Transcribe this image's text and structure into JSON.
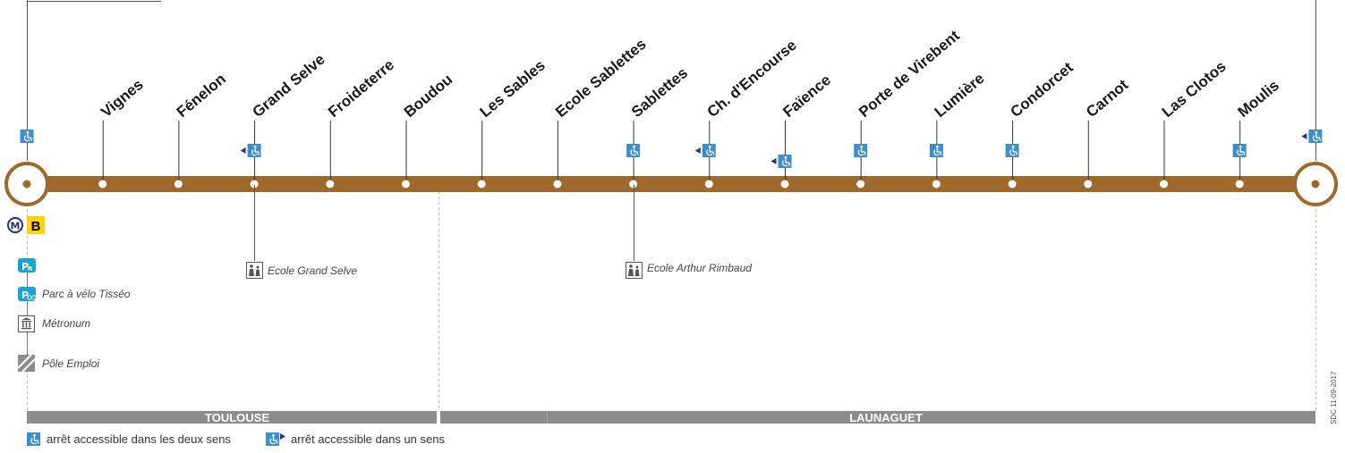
{
  "line": {
    "color": "#a0692c",
    "stops": [
      {
        "name": "",
        "accessibility": "both"
      },
      {
        "name": "Vignes",
        "accessibility": "none"
      },
      {
        "name": "Fénelon",
        "accessibility": "none"
      },
      {
        "name": "Grand Selve",
        "accessibility": "one-way"
      },
      {
        "name": "Froideterre",
        "accessibility": "none"
      },
      {
        "name": "Boudou",
        "accessibility": "none"
      },
      {
        "name": "Les Sables",
        "accessibility": "none"
      },
      {
        "name": "Ecole Sablettes",
        "accessibility": "none"
      },
      {
        "name": "Sablettes",
        "accessibility": "both"
      },
      {
        "name": "Ch. d'Encourse",
        "accessibility": "one-way"
      },
      {
        "name": "Faïence",
        "accessibility": "one-way"
      },
      {
        "name": "Porte de Virebent",
        "accessibility": "both"
      },
      {
        "name": "Lumière",
        "accessibility": "both"
      },
      {
        "name": "Condorcet",
        "accessibility": "both"
      },
      {
        "name": "Carnot",
        "accessibility": "none"
      },
      {
        "name": "Las Clotos",
        "accessibility": "none"
      },
      {
        "name": "Moulis",
        "accessibility": "both"
      },
      {
        "name": "",
        "accessibility": "one-way"
      }
    ]
  },
  "connections": {
    "metro_letter": "M",
    "metro_line": "B",
    "pr_icon": "park-and-ride-icon",
    "velo_label": "Parc à vélo Tisséo",
    "metronum_label": "Métronum",
    "pole_emploi_label": "Pôle Emploi"
  },
  "pois": {
    "grand_selve": "Ecole Grand Selve",
    "arthur_rimbaud": "Ecole Arthur Rimbaud"
  },
  "communes": {
    "toulouse": "TOULOUSE",
    "launaguet": "LAUNAGUET"
  },
  "legend": {
    "both": "arrêt accessible dans les deux sens",
    "one": "arrêt accessible dans un sens"
  },
  "version": "SDC 11-09-2017",
  "colors": {
    "line": "#a0692c",
    "accessible_icon": "#3d8ed0",
    "metro_b": "#ffd400",
    "metro_ring": "#2a2f6e",
    "pr": "#1aa4d6",
    "commune_bar": "#8c8c8c",
    "arrow": "#1f3a7a"
  }
}
